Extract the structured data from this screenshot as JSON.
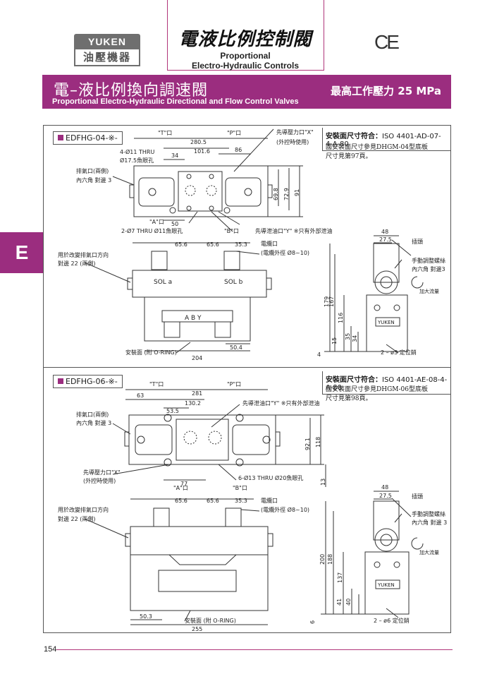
{
  "header": {
    "brand_top": "YUKEN",
    "brand_bottom": "油壓機器",
    "title_zh": "電液比例控制閥",
    "title_en_1": "Proportional",
    "title_en_2": "Electro-Hydraulic Controls",
    "ce_mark": "CE"
  },
  "banner": {
    "title_zh": "電–液比例換向調速閥",
    "title_en": "Proportional Electro-Hydraulic Directional and Flow Control Valves",
    "pressure": "最高工作壓力  25 MPa"
  },
  "side_tab": "E",
  "sections": [
    {
      "model": "EDFHG-04-※-",
      "std_label": "安裝面尺寸符合：",
      "std_value": "ISO 4401-AD-07-4-A-80",
      "note_1": "國安裝面尺寸參見DHGM-04型底板",
      "note_2": "尺寸見第97頁。",
      "top_dims": [
        "280.5",
        "101.6",
        "34",
        "86",
        "50"
      ],
      "top_labels": {
        "port_t": "\"T\"口",
        "port_p": "\"P\"口",
        "pilot_x": "先導壓力口\"X\"",
        "pilot_x_note": "(外控時使用)",
        "mount_holes_1": "4-Ø11 THRU",
        "mount_holes_2": "Ø17.5魚眼孔",
        "bleed": "排氣口(兩側)",
        "bleed_hex": "內六角 對邊 3",
        "port_a": "\"A\"口",
        "port_b": "\"B\"口",
        "thru": "2-Ø7 THRU Ø11魚眼孔",
        "drain_y": "先導泄油口\"Y\" ※只有外部泄油"
      },
      "right_dims_top": [
        "69.8",
        "72.9",
        "91"
      ],
      "front_dims": [
        "65.6",
        "65.6",
        "35.3",
        "50.4",
        "204"
      ],
      "front_labels": {
        "bleed_change": "用於改變排氣口方向",
        "bleed_change_hex": "對邊 22 (兩側)",
        "conduit": "電纜口",
        "conduit_dia": "(電纜外徑 Ø8~10)",
        "sol_a": "SOL a",
        "sol_b": "SOL b",
        "ports_text": "A  B Y",
        "mount_face": "安裝面 (附 O-RING)"
      },
      "side_dims": [
        "48",
        "27.5",
        "179",
        "167",
        "116",
        "35",
        "34",
        "15",
        "4"
      ],
      "side_labels": {
        "plug": "插頭",
        "manual": "手動調整螺絲",
        "manual_hex": "內六角 對邊3",
        "increase": "加大流量",
        "pin": "2 – ø3 定位銷",
        "nameplate": "YUKEN"
      }
    },
    {
      "model": "EDFHG-06-※-",
      "std_label": "安裝面尺寸符合：",
      "std_value": "ISO 4401-AE-08-4-A-80",
      "note_1": "國安裝面尺寸參見DHGM-06型底板",
      "note_2": "尺寸見第98頁。",
      "top_dims": [
        "281",
        "63",
        "130.2",
        "53.5",
        "77"
      ],
      "top_labels": {
        "port_t": "\"T\"口",
        "port_p": "\"P\"口",
        "drain_y": "先導泄油口\"Y\" ※只有外部泄油",
        "bleed": "排氣口(兩側)",
        "bleed_hex": "內六角 對邊 3",
        "pilot_x": "先導壓力口\"X\"",
        "pilot_x_note": "(外控時使用)",
        "thru": "6-Ø13 THRU Ø20魚眼孔",
        "port_a": "\"A\"口",
        "port_b": "\"B\"口"
      },
      "right_dims_top": [
        "92.1",
        "118",
        "13"
      ],
      "front_dims": [
        "65.6",
        "65.6",
        "35.3",
        "50.3",
        "255"
      ],
      "front_labels": {
        "bleed_change": "用於改變排氣口方向",
        "bleed_change_hex": "對邊 22 (兩側)",
        "conduit": "電纜口",
        "conduit_dia": "(電纜外徑 Ø8~10)",
        "mount_face": "安裝面 (附 O-RING)"
      },
      "side_dims": [
        "48",
        "27.5",
        "200",
        "188",
        "137",
        "41",
        "40",
        "6"
      ],
      "side_labels": {
        "plug": "插頭",
        "manual": "手動調整螺絲",
        "manual_hex": "內六角 對邊 3",
        "increase": "加大流量",
        "pin": "2 – ø6 定位銷",
        "nameplate": "YUKEN"
      }
    }
  ],
  "page_number": "154"
}
